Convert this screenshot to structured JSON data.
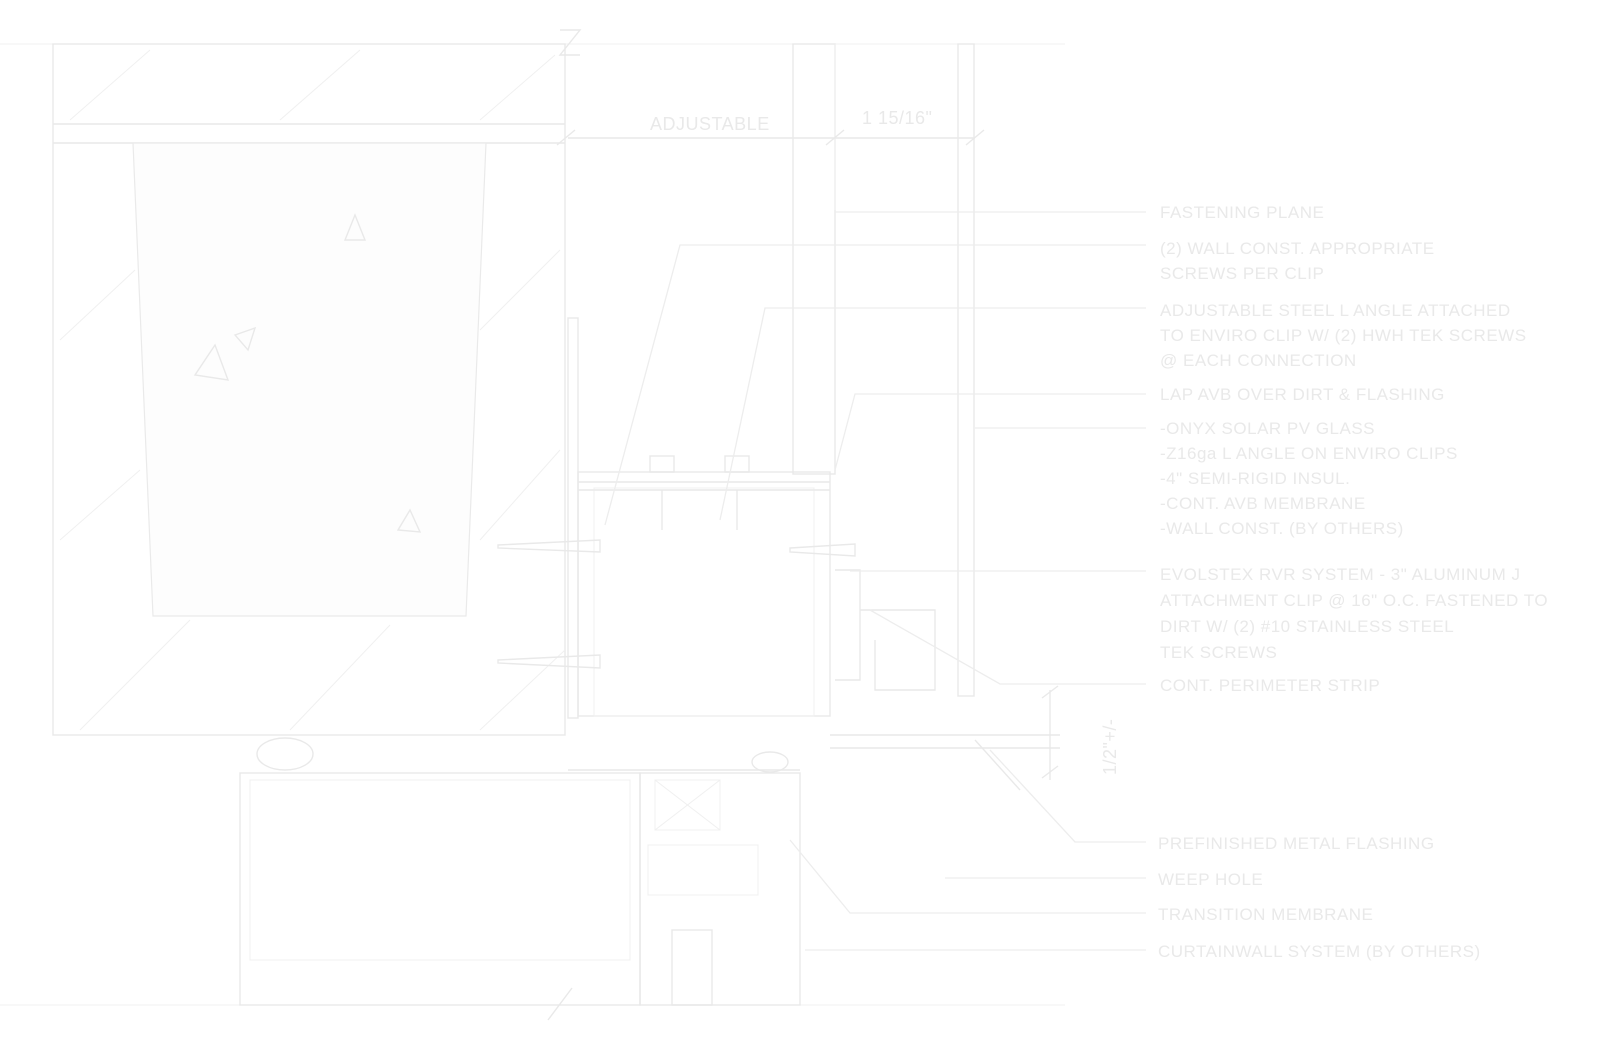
{
  "dimensions": {
    "adjustable": "ADJUSTABLE",
    "fastening_offset": "1 15/16\"",
    "flashing_gap": "1/2\"+/-"
  },
  "callouts": [
    {
      "id": "fastening-plane",
      "lines": [
        "FASTENING PLANE"
      ]
    },
    {
      "id": "wall-const-screws",
      "lines": [
        "(2) WALL CONST. APPROPRIATE",
        "SCREWS PER CLIP"
      ]
    },
    {
      "id": "steel-angle",
      "lines": [
        "ADJUSTABLE STEEL L ANGLE ATTACHED",
        "TO ENVIRO CLIP W/ (2) HWH TEK SCREWS",
        "@ EACH CONNECTION"
      ]
    },
    {
      "id": "lap-avb",
      "lines": [
        "LAP AVB OVER DIRT & FLASHING"
      ]
    },
    {
      "id": "assembly",
      "lines": [
        "-ONYX SOLAR PV GLASS",
        "-Z16ga L ANGLE ON ENVIRO CLIPS",
        "-4\" SEMI-RIGID INSUL.",
        "-CONT. AVB MEMBRANE",
        "-WALL CONST. (BY OTHERS)"
      ]
    },
    {
      "id": "rvr-system",
      "lines": [
        "EVOLSTEX RVR SYSTEM - 3\" ALUMINUM J",
        "ATTACHMENT CLIP @ 16\" O.C. FASTENED TO",
        "DIRT W/ (2) #10 STAINLESS STEEL",
        "TEK SCREWS"
      ]
    },
    {
      "id": "perimeter-strip",
      "lines": [
        "CONT. PERIMETER STRIP"
      ]
    },
    {
      "id": "metal-flashing",
      "lines": [
        "PREFINISHED METAL FLASHING"
      ]
    },
    {
      "id": "weep-hole",
      "lines": [
        "WEEP HOLE"
      ]
    },
    {
      "id": "transition-membrane",
      "lines": [
        "TRANSITION MEMBRANE"
      ]
    },
    {
      "id": "curtainwall",
      "lines": [
        "CURTAINWALL SYSTEM (BY OTHERS)"
      ]
    }
  ]
}
